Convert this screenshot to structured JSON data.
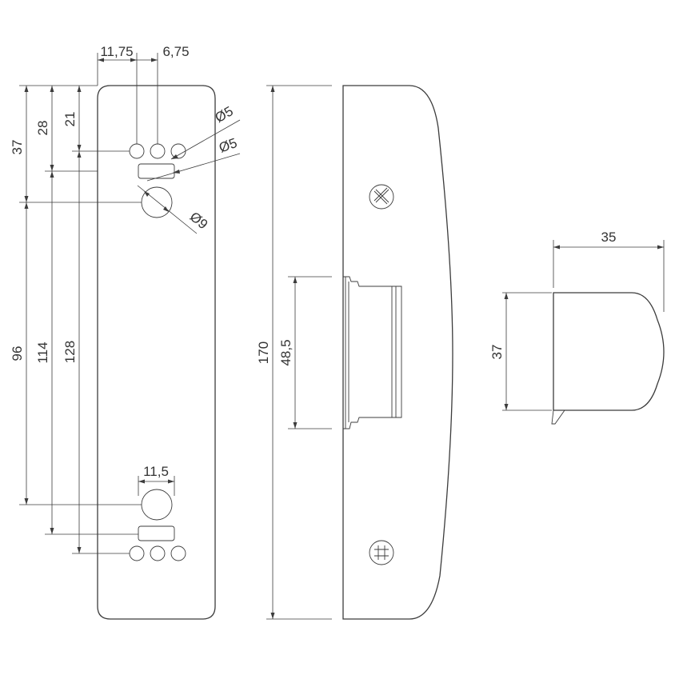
{
  "dimensions": {
    "hole_offset_x": "11,75",
    "hole_pitch": "6,75",
    "dia_hole_small": "Ø5",
    "dia_slot": "Ø5",
    "dia_hole_large": "Ø9",
    "v_37": "37",
    "v_28": "28",
    "v_21": "21",
    "v_96": "96",
    "v_114": "114",
    "v_128": "128",
    "bottom_width": "11,5",
    "total_height": "170",
    "opening_height": "48,5",
    "cap_width": "35",
    "cap_height": "37"
  },
  "colors": {
    "line": "#3c3c3c",
    "text": "#333333",
    "background": "#ffffff"
  },
  "icons": [
    "screw-phillips-top-icon",
    "screw-phillips-bottom-icon"
  ]
}
